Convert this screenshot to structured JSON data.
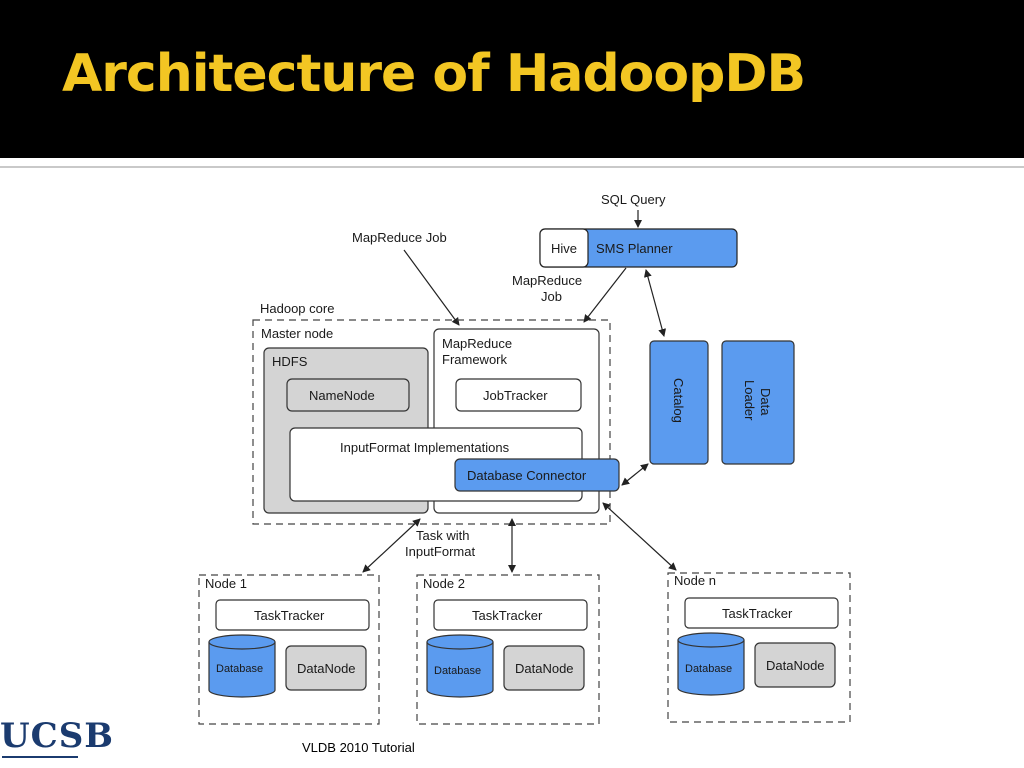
{
  "slide": {
    "title": "Architecture of HadoopDB",
    "footer": "VLDB 2010 Tutorial",
    "logo_text": "UCSB"
  },
  "colors": {
    "header_bg": "#000000",
    "title": "#f3c623",
    "blue_box": "#5b9bef",
    "gray_box": "#d4d4d4"
  },
  "diagram": {
    "sql_query": "SQL Query",
    "hive": "Hive",
    "sms_planner": "SMS Planner",
    "mapreduce_job_left": "MapReduce Job",
    "mapreduce_job_right_1": "MapReduce",
    "mapreduce_job_right_2": "Job",
    "hadoop_core": "Hadoop core",
    "master_node": "Master node",
    "hdfs": "HDFS",
    "namenode": "NameNode",
    "mr_framework_1": "MapReduce",
    "mr_framework_2": "Framework",
    "jobtracker": "JobTracker",
    "inputformat": "InputFormat Implementations",
    "db_connector": "Database Connector",
    "catalog": "Catalog",
    "data_loader_1": "Data",
    "data_loader_2": "Loader",
    "task_with_1": "Task with",
    "task_with_2": "InputFormat",
    "nodes": [
      {
        "label": "Node 1",
        "tasktracker": "TaskTracker",
        "database": "Database",
        "datanode": "DataNode"
      },
      {
        "label": "Node 2",
        "tasktracker": "TaskTracker",
        "database": "Database",
        "datanode": "DataNode"
      },
      {
        "label": "Node n",
        "tasktracker": "TaskTracker",
        "database": "Database",
        "datanode": "DataNode"
      }
    ]
  }
}
